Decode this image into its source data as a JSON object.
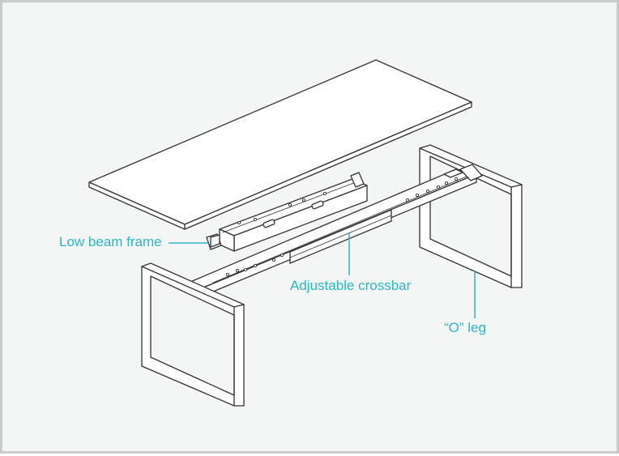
{
  "labels": {
    "low_beam_frame": "Low beam frame",
    "adjustable_crossbar": "Adjustable crossbar",
    "o_leg": "“O” leg"
  },
  "colors": {
    "background": "#f4f5f5",
    "border": "#c9cbcc",
    "line_art": "#333333",
    "callout": "#2bb6c4"
  }
}
